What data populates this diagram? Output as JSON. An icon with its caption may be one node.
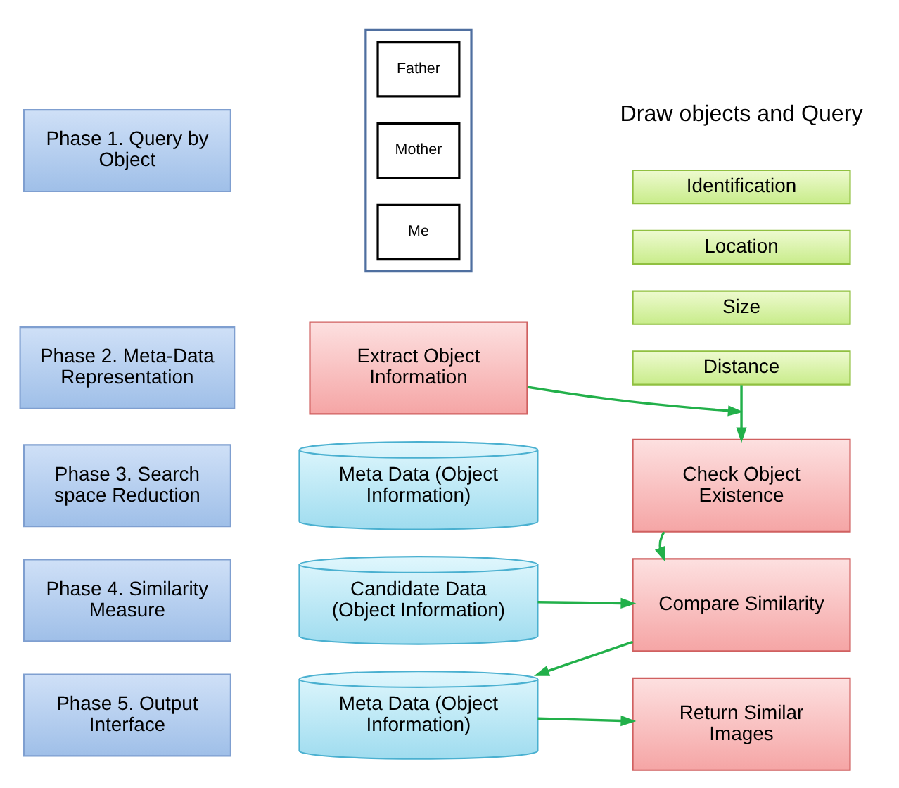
{
  "diagram": {
    "nodes": [
      {
        "text": [
          "Phase 1. Query by Object"
        ]
      },
      {
        "text": [],
        "shape": "box"
      },
      {
        "text": [
          "Father"
        ],
        "in": 1
      },
      {
        "text": [
          "Mother"
        ],
        "in": 1
      },
      {
        "text": [
          "Me"
        ],
        "in": 1
      },
      {
        "text": [
          "Phase 2. Meta-Data Representation"
        ]
      },
      {
        "text": [
          "Extract Object Information"
        ]
      },
      {
        "text": [
          "Identification"
        ]
      },
      {
        "text": [
          "Location"
        ]
      },
      {
        "text": [
          "Size"
        ]
      },
      {
        "text": [
          "Distance"
        ]
      },
      {
        "text": [
          "Phase 3. Search space Reduction"
        ]
      },
      {
        "text": [
          "Meta Data (Object Information)"
        ]
      },
      {
        "text": [
          "Check Object Existence"
        ]
      },
      {
        "text": [
          "Phase 4. Similarity Measure"
        ]
      },
      {
        "text": [
          "Candidate Data (Object Information)"
        ]
      },
      {
        "text": [
          "Compare Similarity"
        ]
      },
      {
        "text": [
          "Phase 5. Output Interface"
        ]
      },
      {
        "text": [
          "Meta Data (Object Information)"
        ]
      },
      {
        "text": [
          "Return Similar Images"
        ]
      }
    ],
    "edges": [
      {
        "from": 6,
        "to": null,
        "arrow": "to"
      },
      {
        "from": 10,
        "to": 13,
        "arrow": "to"
      },
      {
        "from": 13,
        "to": 16,
        "arrow": "to"
      },
      {
        "from": 15,
        "to": 16,
        "arrow": "to"
      },
      {
        "from": 16,
        "to": 18,
        "arrow": "to"
      },
      {
        "from": 18,
        "to": 19,
        "arrow": "to"
      }
    ],
    "labels": [
      "Draw objects and Query"
    ]
  }
}
